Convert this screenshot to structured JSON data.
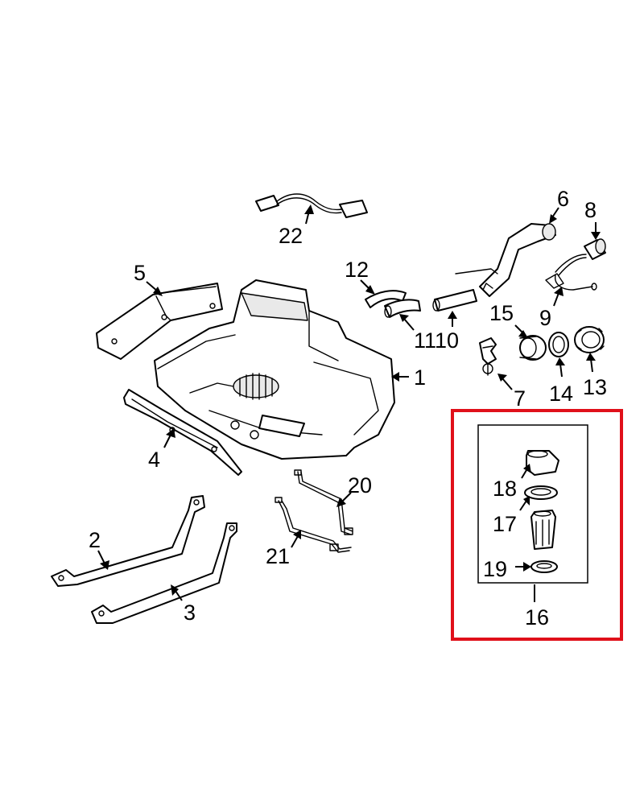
{
  "callouts": {
    "c1": "1",
    "c2": "2",
    "c3": "3",
    "c4": "4",
    "c5": "5",
    "c6": "6",
    "c7": "7",
    "c8": "8",
    "c9": "9",
    "c10": "10",
    "c11": "11",
    "c12": "12",
    "c13": "13",
    "c14": "14",
    "c15": "15",
    "c16": "16",
    "c17": "17",
    "c18": "18",
    "c19": "19",
    "c20": "20",
    "c21": "21",
    "c22": "22"
  },
  "colors": {
    "highlight": "#e0101a",
    "line": "#000000",
    "background": "#ffffff"
  },
  "highlighted_group": "16"
}
